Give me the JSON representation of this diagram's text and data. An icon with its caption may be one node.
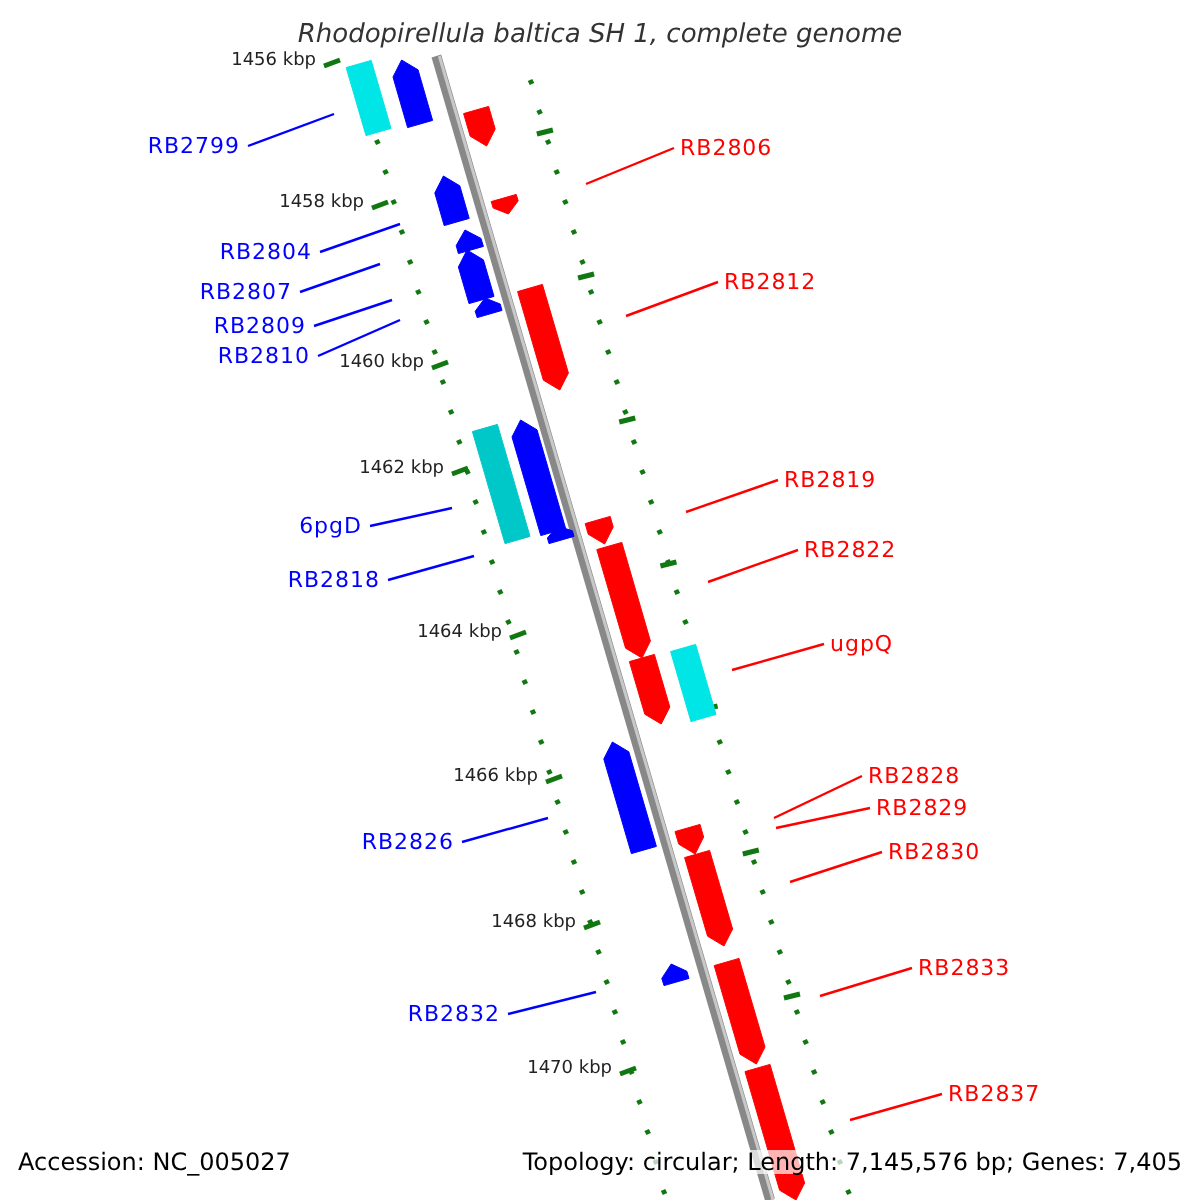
{
  "diagram": {
    "title": "Rhodopirellula baltica SH 1, complete genome",
    "nodes": [
      {
        "text": [
          "RB2799"
        ]
      },
      {
        "text": [
          "RB2806"
        ]
      },
      {
        "text": [
          "RB2804"
        ]
      },
      {
        "text": [
          "RB2812"
        ]
      },
      {
        "text": [
          "RB2807"
        ]
      },
      {
        "text": [
          "RB2809"
        ]
      },
      {
        "text": [
          "RB2810"
        ]
      },
      {
        "text": [
          "RB2819"
        ]
      },
      {
        "text": [
          "6pgD"
        ]
      },
      {
        "text": [
          "RB2822"
        ]
      },
      {
        "text": [
          "RB2818"
        ]
      },
      {
        "text": [
          "ugpQ"
        ]
      },
      {
        "text": [
          "RB2828"
        ]
      },
      {
        "text": [
          "RB2829"
        ]
      },
      {
        "text": [
          "RB2826"
        ]
      },
      {
        "text": [
          "RB2830"
        ]
      },
      {
        "text": [
          "RB2833"
        ]
      },
      {
        "text": [
          "RB2832"
        ]
      },
      {
        "text": [
          "RB2837"
        ]
      }
    ],
    "edges": [
      {
        "from": 0,
        "to": null,
        "arrow": "none",
        "color": "#0000ff"
      },
      {
        "from": 1,
        "to": null,
        "arrow": "none",
        "color": "#ff0000"
      },
      {
        "from": 2,
        "to": null,
        "arrow": "none",
        "color": "#0000ff"
      },
      {
        "from": 3,
        "to": null,
        "arrow": "none",
        "color": "#ff0000"
      },
      {
        "from": 4,
        "to": null,
        "arrow": "none",
        "color": "#0000ff"
      },
      {
        "from": 5,
        "to": null,
        "arrow": "none",
        "color": "#0000ff"
      },
      {
        "from": 6,
        "to": null,
        "arrow": "none",
        "color": "#0000ff"
      },
      {
        "from": 7,
        "to": null,
        "arrow": "none",
        "color": "#ff0000"
      },
      {
        "from": 8,
        "to": null,
        "arrow": "none",
        "color": "#0000ff"
      },
      {
        "from": 9,
        "to": null,
        "arrow": "none",
        "color": "#ff0000"
      },
      {
        "from": 10,
        "to": null,
        "arrow": "none",
        "color": "#0000ff"
      },
      {
        "from": 11,
        "to": null,
        "arrow": "none",
        "color": "#ff0000"
      },
      {
        "from": 12,
        "to": null,
        "arrow": "none",
        "color": "#ff0000"
      },
      {
        "from": 13,
        "to": null,
        "arrow": "none",
        "color": "#ff0000"
      },
      {
        "from": 14,
        "to": null,
        "arrow": "none",
        "color": "#0000ff"
      },
      {
        "from": 15,
        "to": null,
        "arrow": "none",
        "color": "#ff0000"
      },
      {
        "from": 16,
        "to": null,
        "arrow": "none",
        "color": "#ff0000"
      },
      {
        "from": 17,
        "to": null,
        "arrow": "none",
        "color": "#0000ff"
      },
      {
        "from": 18,
        "to": null,
        "arrow": "none",
        "color": "#ff0000"
      }
    ],
    "labels": [
      "1456 kbp",
      "1458 kbp",
      "1460 kbp",
      "1462 kbp",
      "1464 kbp",
      "1466 kbp",
      "1468 kbp",
      "1470 kbp",
      "Accession: NC_005027",
      "Topology: circular; Length: 7,145,576 bp; Genes: 7,405"
    ]
  }
}
